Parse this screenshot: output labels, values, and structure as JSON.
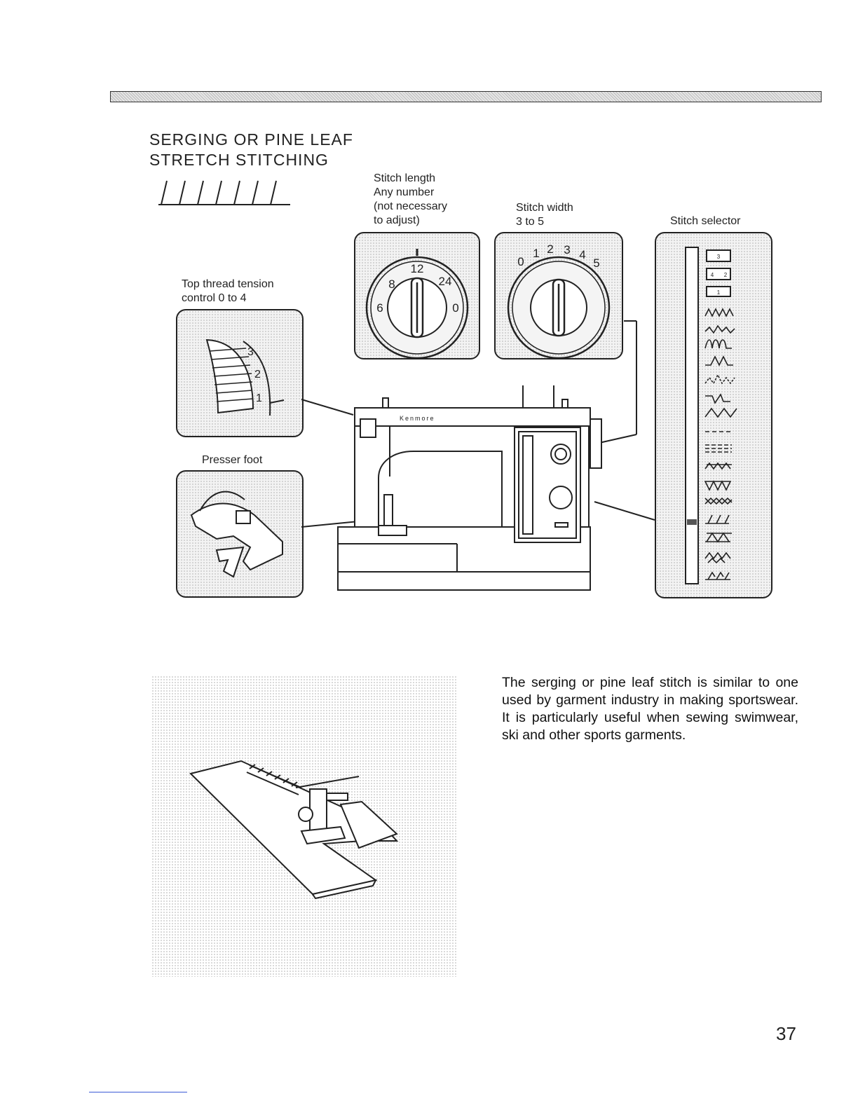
{
  "title": {
    "line1": "SERGING OR PINE LEAF",
    "line2": "STRETCH STITCHING"
  },
  "stitch_length": {
    "line1": "Stitch length",
    "line2": "Any number",
    "line3": "(not necessary",
    "line4": "to adjust)"
  },
  "stitch_width": {
    "line1": "Stitch width",
    "line2": "3 to 5"
  },
  "stitch_selector": {
    "label": "Stitch selector"
  },
  "tension": {
    "line1": "Top thread tension",
    "line2": "control 0 to 4"
  },
  "presser_foot": {
    "label": "Presser foot"
  },
  "dials": {
    "length_marks": [
      "12",
      "24",
      "0",
      "6",
      "8"
    ],
    "width_marks": [
      "0",
      "1",
      "2",
      "3",
      "4",
      "5"
    ],
    "tension_marks": [
      "3",
      "2",
      "1"
    ],
    "selector_marks": [
      "3",
      "4",
      "2",
      "1"
    ]
  },
  "machine": {
    "brand": "Kenmore"
  },
  "description": "The serging or pine leaf stitch is similar to one used by garment industry in making sportswear. It is particularly useful when sewing swimwear, ski and other sports garments.",
  "page_number": "37"
}
